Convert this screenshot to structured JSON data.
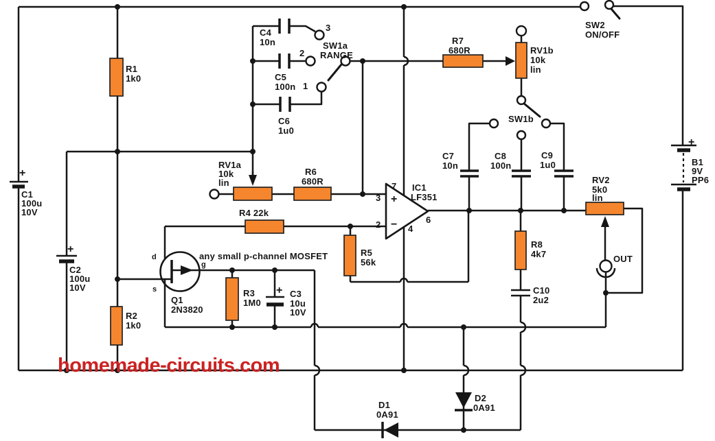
{
  "colors": {
    "wire": "#161616",
    "component_fill": "#f5862e",
    "component_stroke": "#222222",
    "text": "#161616",
    "background": "#ffffff",
    "watermark_red": "#cc2222"
  },
  "watermark": {
    "text": "homemade-circuits.com",
    "color": "#cc2222"
  },
  "note": "any small p-channel MOSFET",
  "components": {
    "r1": {
      "ref": "R1",
      "value": "1k0"
    },
    "r2": {
      "ref": "R2",
      "value": "1k0"
    },
    "r3": {
      "ref": "R3",
      "value": "1M0"
    },
    "r4": {
      "ref": "R4 22k"
    },
    "r5": {
      "ref": "R5",
      "value": "56k"
    },
    "r6": {
      "ref": "R6",
      "value": "680R"
    },
    "r7": {
      "ref": "R7",
      "value": "680R"
    },
    "r8": {
      "ref": "R8",
      "value": "4k7"
    },
    "rv1a": {
      "ref": "RV1a",
      "value": "10k",
      "taper": "lin"
    },
    "rv1b": {
      "ref": "RV1b",
      "value": "10k",
      "taper": "lin"
    },
    "rv2": {
      "ref": "RV2",
      "value": "5k0",
      "taper": "lin"
    },
    "c1": {
      "ref": "C1",
      "value": "100u",
      "voltage": "10V",
      "polarity": "+"
    },
    "c2": {
      "ref": "C2",
      "value": "100u",
      "voltage": "10V",
      "polarity": "+"
    },
    "c3": {
      "ref": "C3",
      "value": "10u",
      "voltage": "10V",
      "polarity": "+"
    },
    "c4": {
      "ref": "C4",
      "value": "10n"
    },
    "c5": {
      "ref": "C5",
      "value": "100n"
    },
    "c6": {
      "ref": "C6",
      "value": "1u0"
    },
    "c7": {
      "ref": "C7",
      "value": "10n"
    },
    "c8": {
      "ref": "C8",
      "value": "100n"
    },
    "c9": {
      "ref": "C9",
      "value": "1u0"
    },
    "c10": {
      "ref": "C10",
      "value": "2u2"
    },
    "d1": {
      "ref": "D1",
      "value": "0A91"
    },
    "d2": {
      "ref": "D2",
      "value": "0A91"
    },
    "q1": {
      "ref": "Q1",
      "value": "2N3820",
      "pin_d": "d",
      "pin_s": "s",
      "pin_g": "g"
    },
    "ic1": {
      "ref": "IC1",
      "value": "LF351",
      "pin2": "2",
      "pin3": "3",
      "pin4": "4",
      "pin6": "6",
      "pin7": "7",
      "noninv": "+",
      "inv": "−"
    },
    "sw1a": {
      "ref": "SW1a",
      "label": "RANGE",
      "pos1": "1",
      "pos2": "2",
      "pos3": "3"
    },
    "sw1b": {
      "ref": "SW1b"
    },
    "sw2": {
      "ref": "SW2",
      "label": "ON/OFF"
    },
    "b1": {
      "ref": "B1",
      "value": "9V",
      "type": "PP6",
      "polarity": "+"
    },
    "out": {
      "label": "OUT"
    }
  }
}
